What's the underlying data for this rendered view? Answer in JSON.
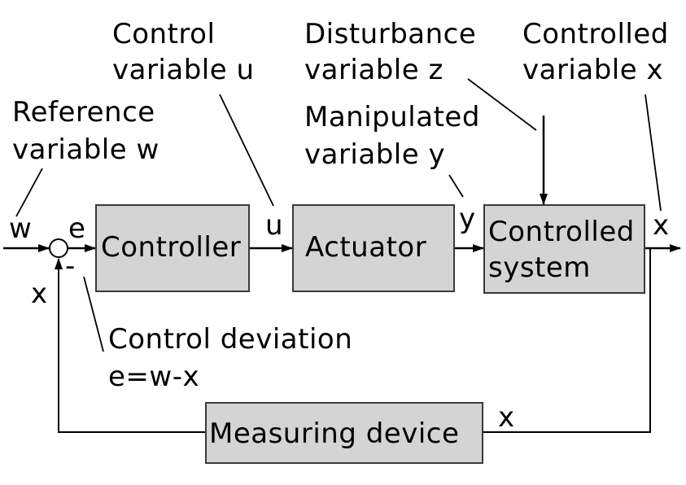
{
  "labels": {
    "control_variable": [
      "Control",
      "variable u"
    ],
    "disturbance_variable": [
      "Disturbance",
      "variable z"
    ],
    "controlled_variable": [
      "Controlled",
      "variable x"
    ],
    "reference_variable": [
      "Reference",
      "variable w"
    ],
    "manipulated_variable": [
      "Manipulated",
      "variable y"
    ],
    "control_deviation": [
      "Control deviation",
      "e=w-x"
    ]
  },
  "blocks": {
    "controller": "Controller",
    "actuator": "Actuator",
    "controlled_system": [
      "Controlled",
      "system"
    ],
    "measuring_device": "Measuring device"
  },
  "signals": {
    "w": "w",
    "e": "e",
    "u": "u",
    "y": "y",
    "x_out": "x",
    "x_feedback": "x",
    "x_measure": "x",
    "minus": "-"
  },
  "colors": {
    "block_fill": "#d4d4d4",
    "block_border": "#3a3a3a",
    "line": "#000000"
  }
}
